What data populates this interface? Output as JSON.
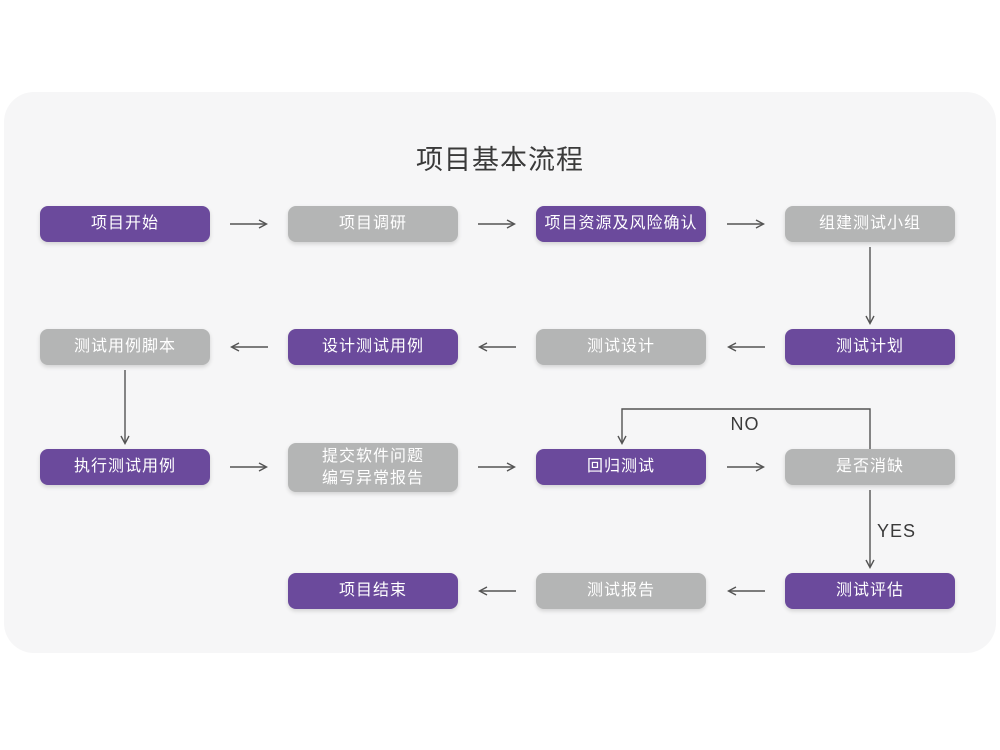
{
  "page": {
    "title": "项目基本流程"
  },
  "flowchart": {
    "nodes": [
      {
        "id": "start",
        "label": "项目开始",
        "variant": "purple"
      },
      {
        "id": "research",
        "label": "项目调研",
        "variant": "gray"
      },
      {
        "id": "resources",
        "label": "项目资源及风险确认",
        "variant": "purple"
      },
      {
        "id": "team",
        "label": "组建测试小组",
        "variant": "gray"
      },
      {
        "id": "plan",
        "label": "测试计划",
        "variant": "purple"
      },
      {
        "id": "design",
        "label": "测试设计",
        "variant": "gray"
      },
      {
        "id": "cases",
        "label": "设计测试用例",
        "variant": "purple"
      },
      {
        "id": "scripts",
        "label": "测试用例脚本",
        "variant": "gray"
      },
      {
        "id": "execute",
        "label": "执行测试用例",
        "variant": "purple"
      },
      {
        "id": "submit",
        "label": "提交软件问题\n编写异常报告",
        "variant": "gray"
      },
      {
        "id": "regression",
        "label": "回归测试",
        "variant": "purple"
      },
      {
        "id": "defect",
        "label": "是否消缺",
        "variant": "gray"
      },
      {
        "id": "evaluate",
        "label": "测试评估",
        "variant": "purple"
      },
      {
        "id": "report",
        "label": "测试报告",
        "variant": "gray"
      },
      {
        "id": "end",
        "label": "项目结束",
        "variant": "purple"
      }
    ],
    "branch_labels": {
      "no": "NO",
      "yes": "YES"
    },
    "colors": {
      "purple": "#6b4a9c",
      "gray": "#b4b5b5",
      "card_bg": "#f6f6f7",
      "arrow": "#545454",
      "node_text": "#ffffff",
      "title": "#3a3a3a"
    }
  }
}
